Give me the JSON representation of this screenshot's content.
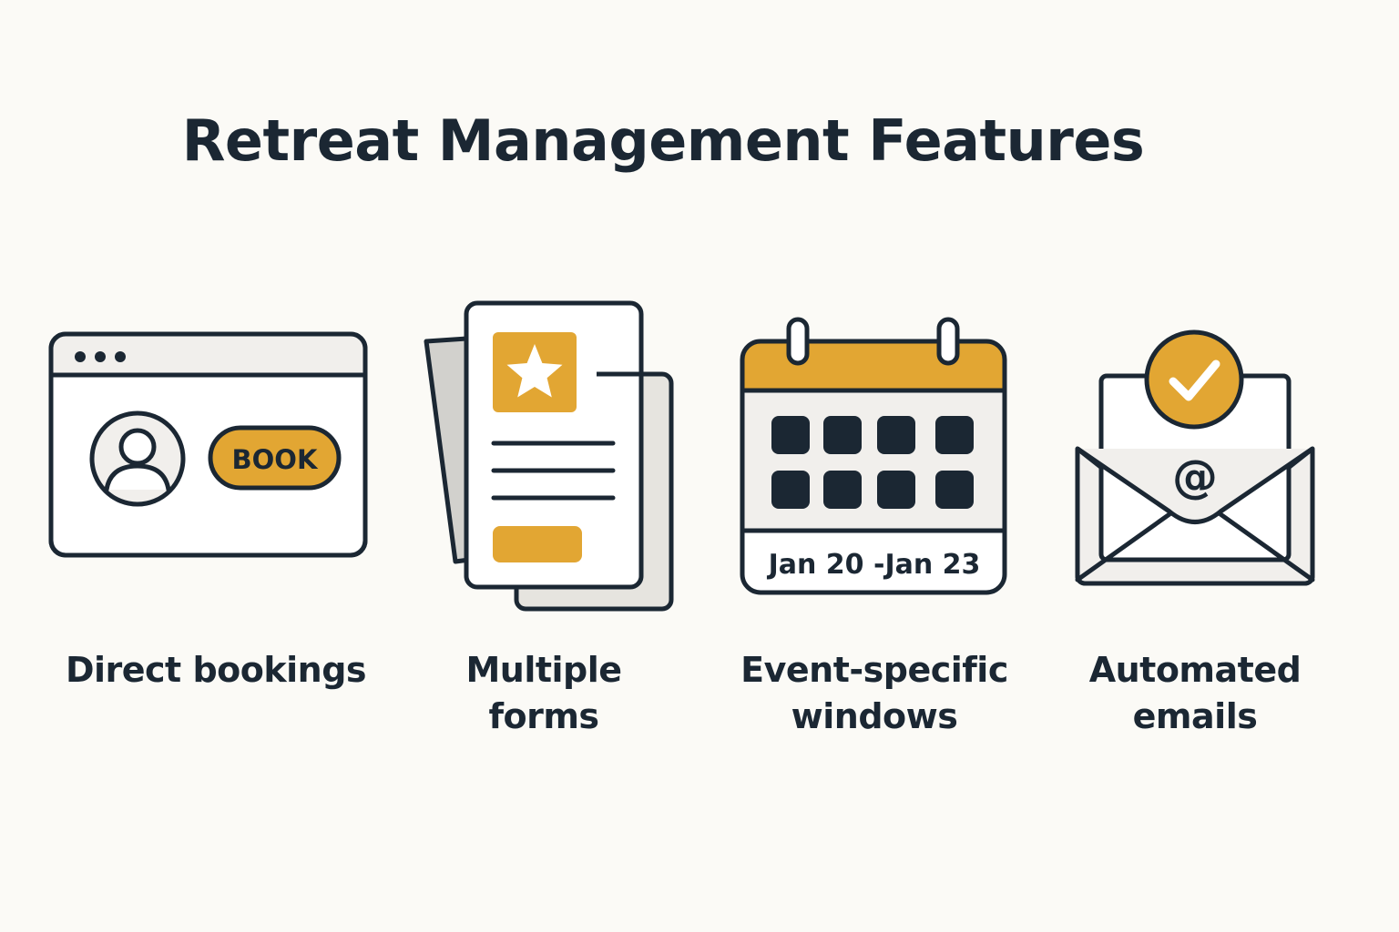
{
  "title": "Retreat Management Features",
  "features": [
    {
      "id": "direct-bookings",
      "icon": "browser-booking-icon",
      "label_lines": [
        "Direct bookings"
      ],
      "button_label": "BOOK"
    },
    {
      "id": "multiple-forms",
      "icon": "stacked-forms-icon",
      "label_lines": [
        "Multiple",
        "forms"
      ]
    },
    {
      "id": "event-windows",
      "icon": "calendar-icon",
      "label_lines": [
        "Event-specific",
        "windows"
      ],
      "date_range": "Jan 20 -Jan 23"
    },
    {
      "id": "automated-emails",
      "icon": "email-check-icon",
      "label_lines": [
        "Automated",
        "emails"
      ],
      "symbol": "@"
    }
  ],
  "colors": {
    "background": "#fbfaf6",
    "ink": "#1b2733",
    "accent": "#e2a633",
    "panel": "#f1efec",
    "paper_back": "#d2d1cd"
  }
}
